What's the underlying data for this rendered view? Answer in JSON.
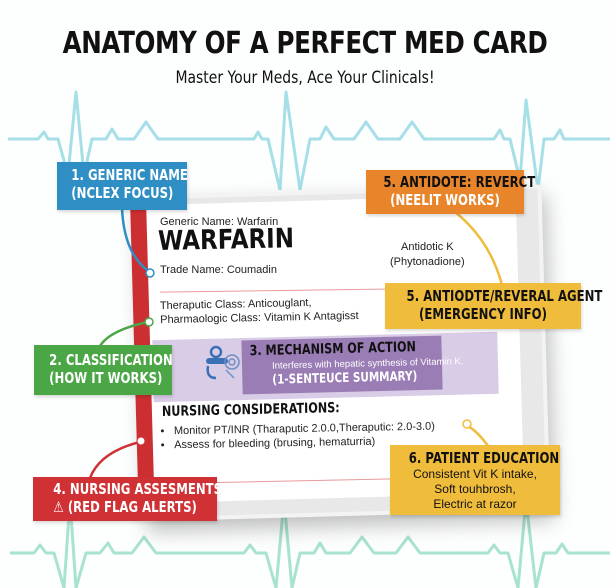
{
  "header": {
    "title": "ANATOMY OF A PERFECT MED CARD",
    "subtitle": "Master Your Meds, Ace Your Clinicals!"
  },
  "colors": {
    "ekg_top": "#a6dfe8",
    "ekg_bottom": "#a8e3d0",
    "generic_name": "#2f8fc4",
    "classification": "#4ba646",
    "mechanism": "#9a7db5",
    "mechanism_band": "#d9cce6",
    "nursing": "#cf3134",
    "antidote_orange": "#e8852b",
    "antidote_yellow": "#f0bc3c",
    "patient_education": "#f0bc3c"
  },
  "card": {
    "generic_name_line": "Generic Name: Warfarin",
    "drug_name": "WARFARIN",
    "trade_name_line": "Trade Name: Coumadin",
    "therapeutic_class": "Theraputic Class: Anticouglant,",
    "pharmacologic_class": "Pharmaologic Class: Vitamin K Antagisst",
    "antidote_line1": "Antidotic K",
    "antidote_line2": "(Phytonadione)",
    "mechanism": {
      "title": "3.  MECHANISM OF ACTION",
      "description": "Interferes with hepatic synthesis of Vitamin K.",
      "subtitle": "(1-SENTEUCE SUMMARY)",
      "icon": "pill-molecule-icon"
    },
    "nursing": {
      "heading": "NURSING CONSIDERATIONS:",
      "items": [
        "Monitor PT/INR (Tharaputic 2.0.0,Theraputic: 2.0-3.0)",
        "Assess for bleeding (brusing, hematurria)"
      ]
    }
  },
  "callouts": {
    "generic": {
      "line1": "1.  GENERIC NAME",
      "line2": "(NCLEX FOCUS)"
    },
    "antidote_orange": {
      "line1": "5.  ANTIDOTE: REVERCT",
      "line2": "(NEELIT WORKS)"
    },
    "antidote_yellow": {
      "line1": "5.  ANTIODTE/REVERAL AGENT",
      "line2": "(EMERGENCY INFO)"
    },
    "classification": {
      "line1": "2.  CLASSIFICATION",
      "line2": "(HOW IT WORKS)"
    },
    "nursing": {
      "line1": "4.  NURSING ASSESMENTS",
      "line2": "(RED FLAG ALERTS)",
      "icon": "warning-icon",
      "icon_glyph": "⚠"
    },
    "patient_education": {
      "title": "6.  PATIENT EDUCATION",
      "lines": [
        "Consistent Vit K intake,",
        "Soft touhbrosh,",
        "Electric at razor"
      ]
    }
  }
}
